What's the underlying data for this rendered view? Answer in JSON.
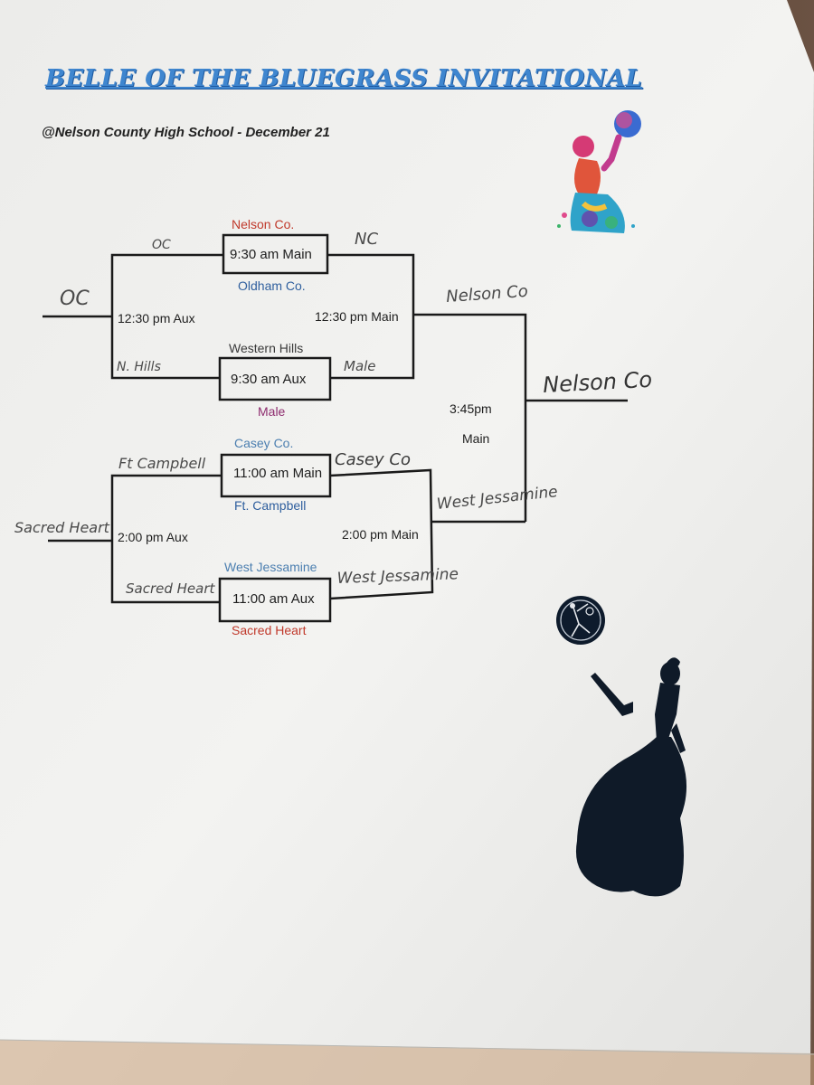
{
  "title": "BELLE OF THE BLUEGRASS INVITATIONAL",
  "subtitle": "@Nelson County High School - December 21",
  "games": {
    "g1": {
      "time": "9:30 am Main",
      "team_top": "Nelson Co.",
      "team_bottom": "Oldham Co."
    },
    "g2": {
      "time": "9:30 am Aux",
      "team_top": "Western Hills",
      "team_bottom": "Male"
    },
    "g3": {
      "time": "11:00 am Main",
      "team_top": "Casey Co.",
      "team_bottom": "Ft. Campbell"
    },
    "g4": {
      "time": "11:00 am Aux",
      "team_top": "West Jessamine",
      "team_bottom": "Sacred Heart"
    },
    "c1": {
      "time": "12:30 pm Aux"
    },
    "w1": {
      "time": "12:30 pm Main"
    },
    "c2": {
      "time": "2:00 pm Aux"
    },
    "w2": {
      "time": "2:00 pm Main"
    },
    "final": {
      "time": "3:45pm",
      "venue": "Main"
    }
  },
  "handwritten": {
    "g1_loser": "OC",
    "g1_winner": "NC",
    "g2_loser": "N. Hills",
    "g2_winner": "Male",
    "c1_winner": "OC",
    "w1_winner": "Nelson Co",
    "g3_loser": "Ft Campbell",
    "g3_winner": "Casey Co",
    "g4_loser": "Sacred Heart",
    "g4_winner": "West Jessamine",
    "c2_winner": "Sacred Heart",
    "w2_winner": "West Jessamine",
    "champion": "Nelson Co"
  },
  "colors": {
    "title": "#3f86cf",
    "red_team": "#c0392b",
    "blue_team": "#2f5f9e",
    "steel_blue_team": "#4c7fb0",
    "purple_team": "#8e2d6f",
    "paper": "#f1f1ef",
    "ink": "#1a1a1a"
  },
  "images": [
    "basketball-player-watercolor",
    "basketball-logo",
    "princess-silhouette"
  ]
}
